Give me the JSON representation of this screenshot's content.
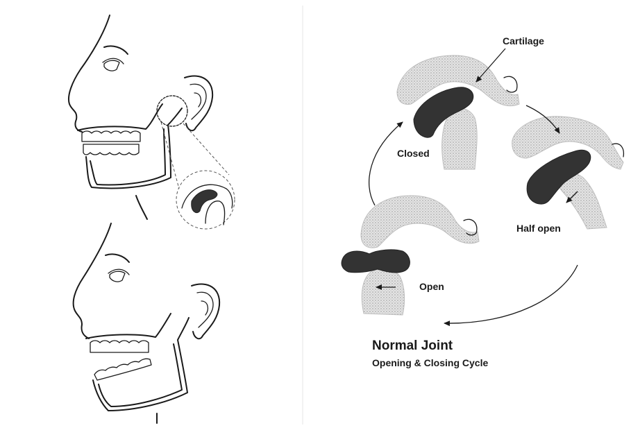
{
  "labels": {
    "cartilage": "Cartilage",
    "closed": "Closed",
    "half_open": "Half open",
    "open": "Open",
    "title": "Normal Joint",
    "subtitle": "Opening & Closing Cycle"
  },
  "colors": {
    "ink": "#1a1a1a",
    "disc": "#333333",
    "bone_stipple": "#bdbdbd",
    "background": "#ffffff"
  }
}
